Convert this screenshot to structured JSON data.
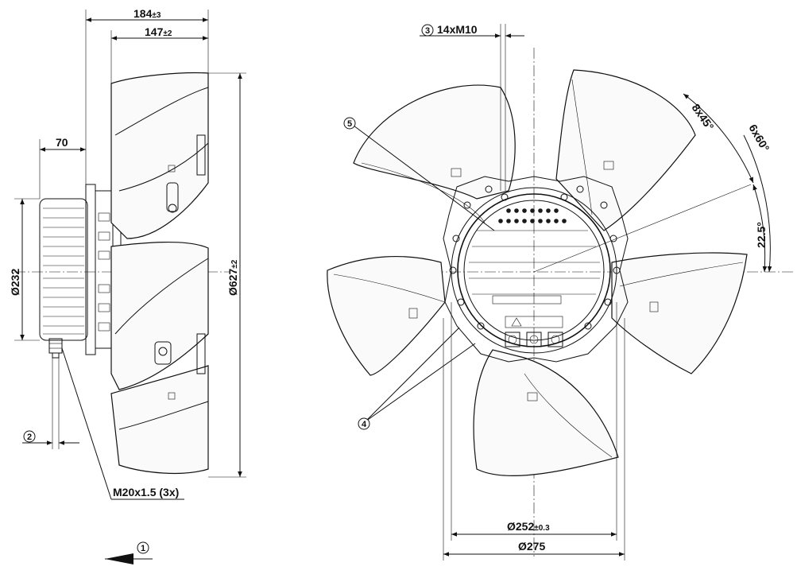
{
  "side_view": {
    "width_overall": "184",
    "width_overall_tol": "±3",
    "width_blades": "147",
    "width_blades_tol": "±2",
    "motor_offset": "70",
    "motor_diameter": "Ø232",
    "fan_diameter": "Ø627",
    "fan_diameter_tol": "±2",
    "cable_gland": "M20x1.5 (3x)",
    "callout_2": "2",
    "callout_1": "1"
  },
  "front_view": {
    "callout_3": "3",
    "thread_label": "14xM10",
    "callout_5": "5",
    "callout_4": "4",
    "angle_8x45": "8x45°",
    "angle_6x60": "6x60°",
    "angle_22_5": "22.5°",
    "bolt_circle": "Ø252",
    "bolt_circle_tol": "±0.3",
    "hub_diameter": "Ø275"
  }
}
